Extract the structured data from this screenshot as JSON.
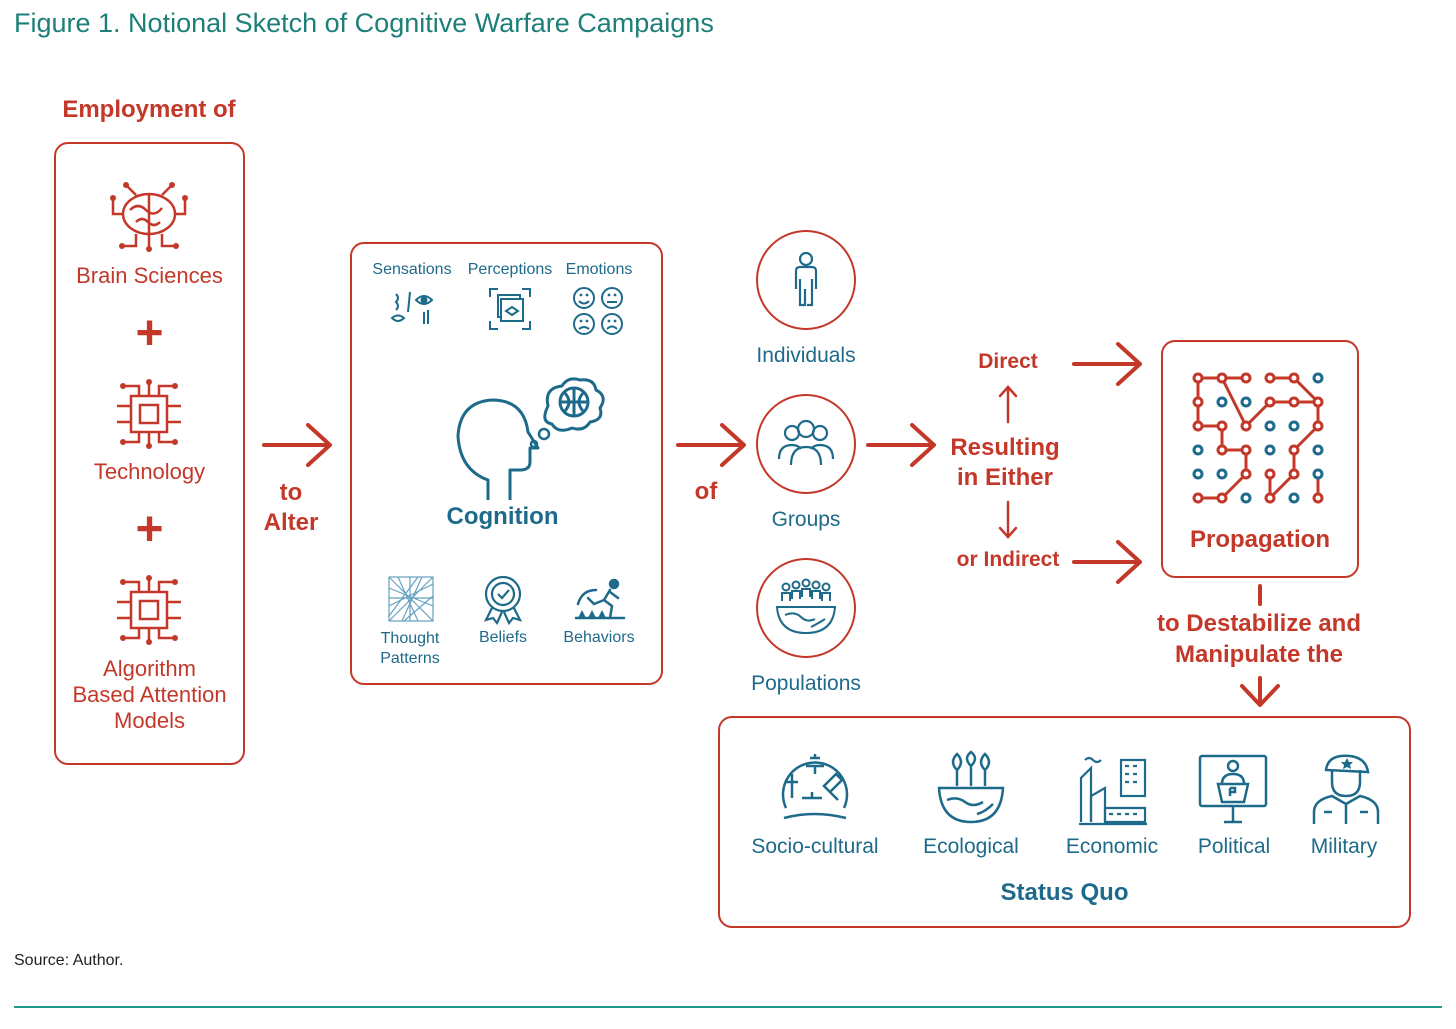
{
  "title": "Figure 1. Notional Sketch of Cognitive Warfare Campaigns",
  "source": "Source: Author.",
  "employment": {
    "heading": "Employment of",
    "items": [
      {
        "label": "Brain Sciences",
        "icon": "brain-circuit-icon"
      },
      {
        "label": "Technology",
        "icon": "chip-icon"
      },
      {
        "label_lines": [
          "Algorithm",
          "Based Attention",
          "Models"
        ],
        "icon": "chip-icon"
      }
    ],
    "plus": "+"
  },
  "connector_to_alter": [
    "to",
    "Alter"
  ],
  "cognition": {
    "heading": "Cognition",
    "top_items": [
      "Sensations",
      "Perceptions",
      "Emotions"
    ],
    "bottom_items": [
      [
        "Thought",
        "Patterns"
      ],
      "Beliefs",
      "Behaviors"
    ]
  },
  "connector_of": "of",
  "targets": [
    "Individuals",
    "Groups",
    "Populations"
  ],
  "resulting": {
    "lines": [
      "Resulting",
      "in Either"
    ],
    "direct": "Direct",
    "indirect": "or Indirect"
  },
  "propagation": "Propagation",
  "destabilize": [
    "to Destabilize and",
    "Manipulate the"
  ],
  "status_quo": {
    "heading": "Status Quo",
    "items": [
      "Socio-cultural",
      "Ecological",
      "Economic",
      "Political",
      "Military"
    ]
  },
  "colors": {
    "red": "#c4382a",
    "blue": "#1e6a8a",
    "teal": "#1d7f78"
  }
}
